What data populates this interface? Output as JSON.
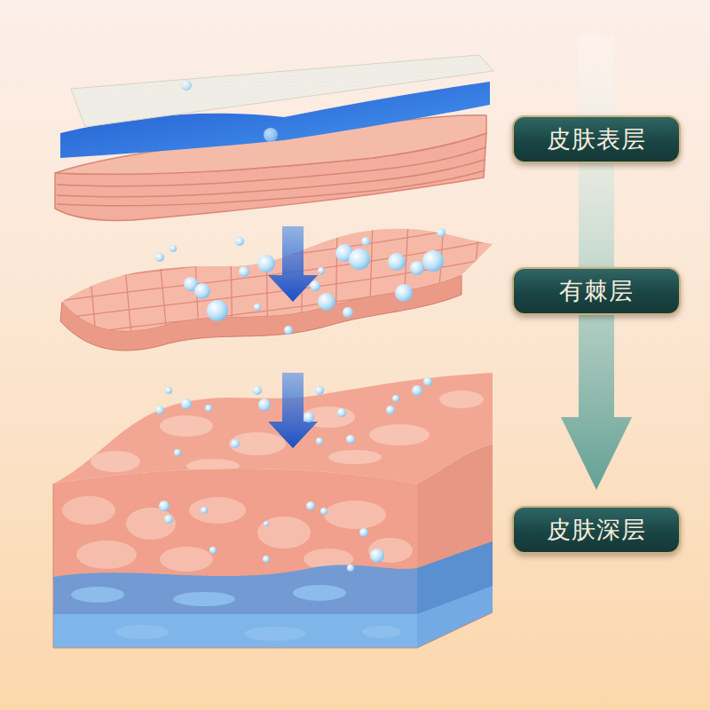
{
  "diagram": {
    "nodes": [
      {
        "text": [
          "皮肤表层"
        ]
      },
      {
        "text": [
          "有棘层"
        ]
      },
      {
        "text": [
          "皮肤深层"
        ]
      }
    ]
  }
}
